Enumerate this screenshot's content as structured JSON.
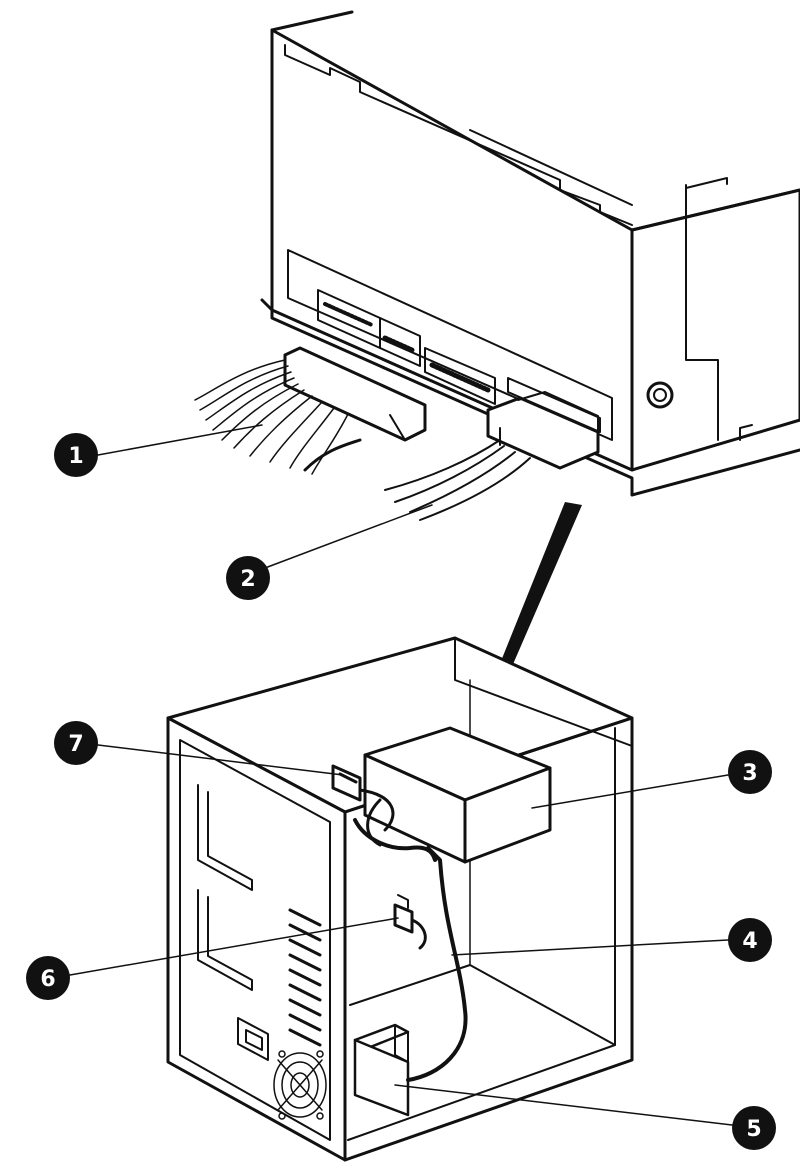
{
  "colors": {
    "line": "#111111",
    "background": "#ffffff",
    "callout_fill": "#111111",
    "callout_text": "#ffffff"
  },
  "callouts": [
    {
      "id": "c1",
      "label": "1"
    },
    {
      "id": "c2",
      "label": "2"
    },
    {
      "id": "c3",
      "label": "3"
    },
    {
      "id": "c4",
      "label": "4"
    },
    {
      "id": "c5",
      "label": "5"
    },
    {
      "id": "c6",
      "label": "6"
    },
    {
      "id": "c7",
      "label": "7"
    }
  ],
  "icons": {
    "power_inlet": "power-inlet-icon",
    "fan": "fan-grille-icon"
  }
}
